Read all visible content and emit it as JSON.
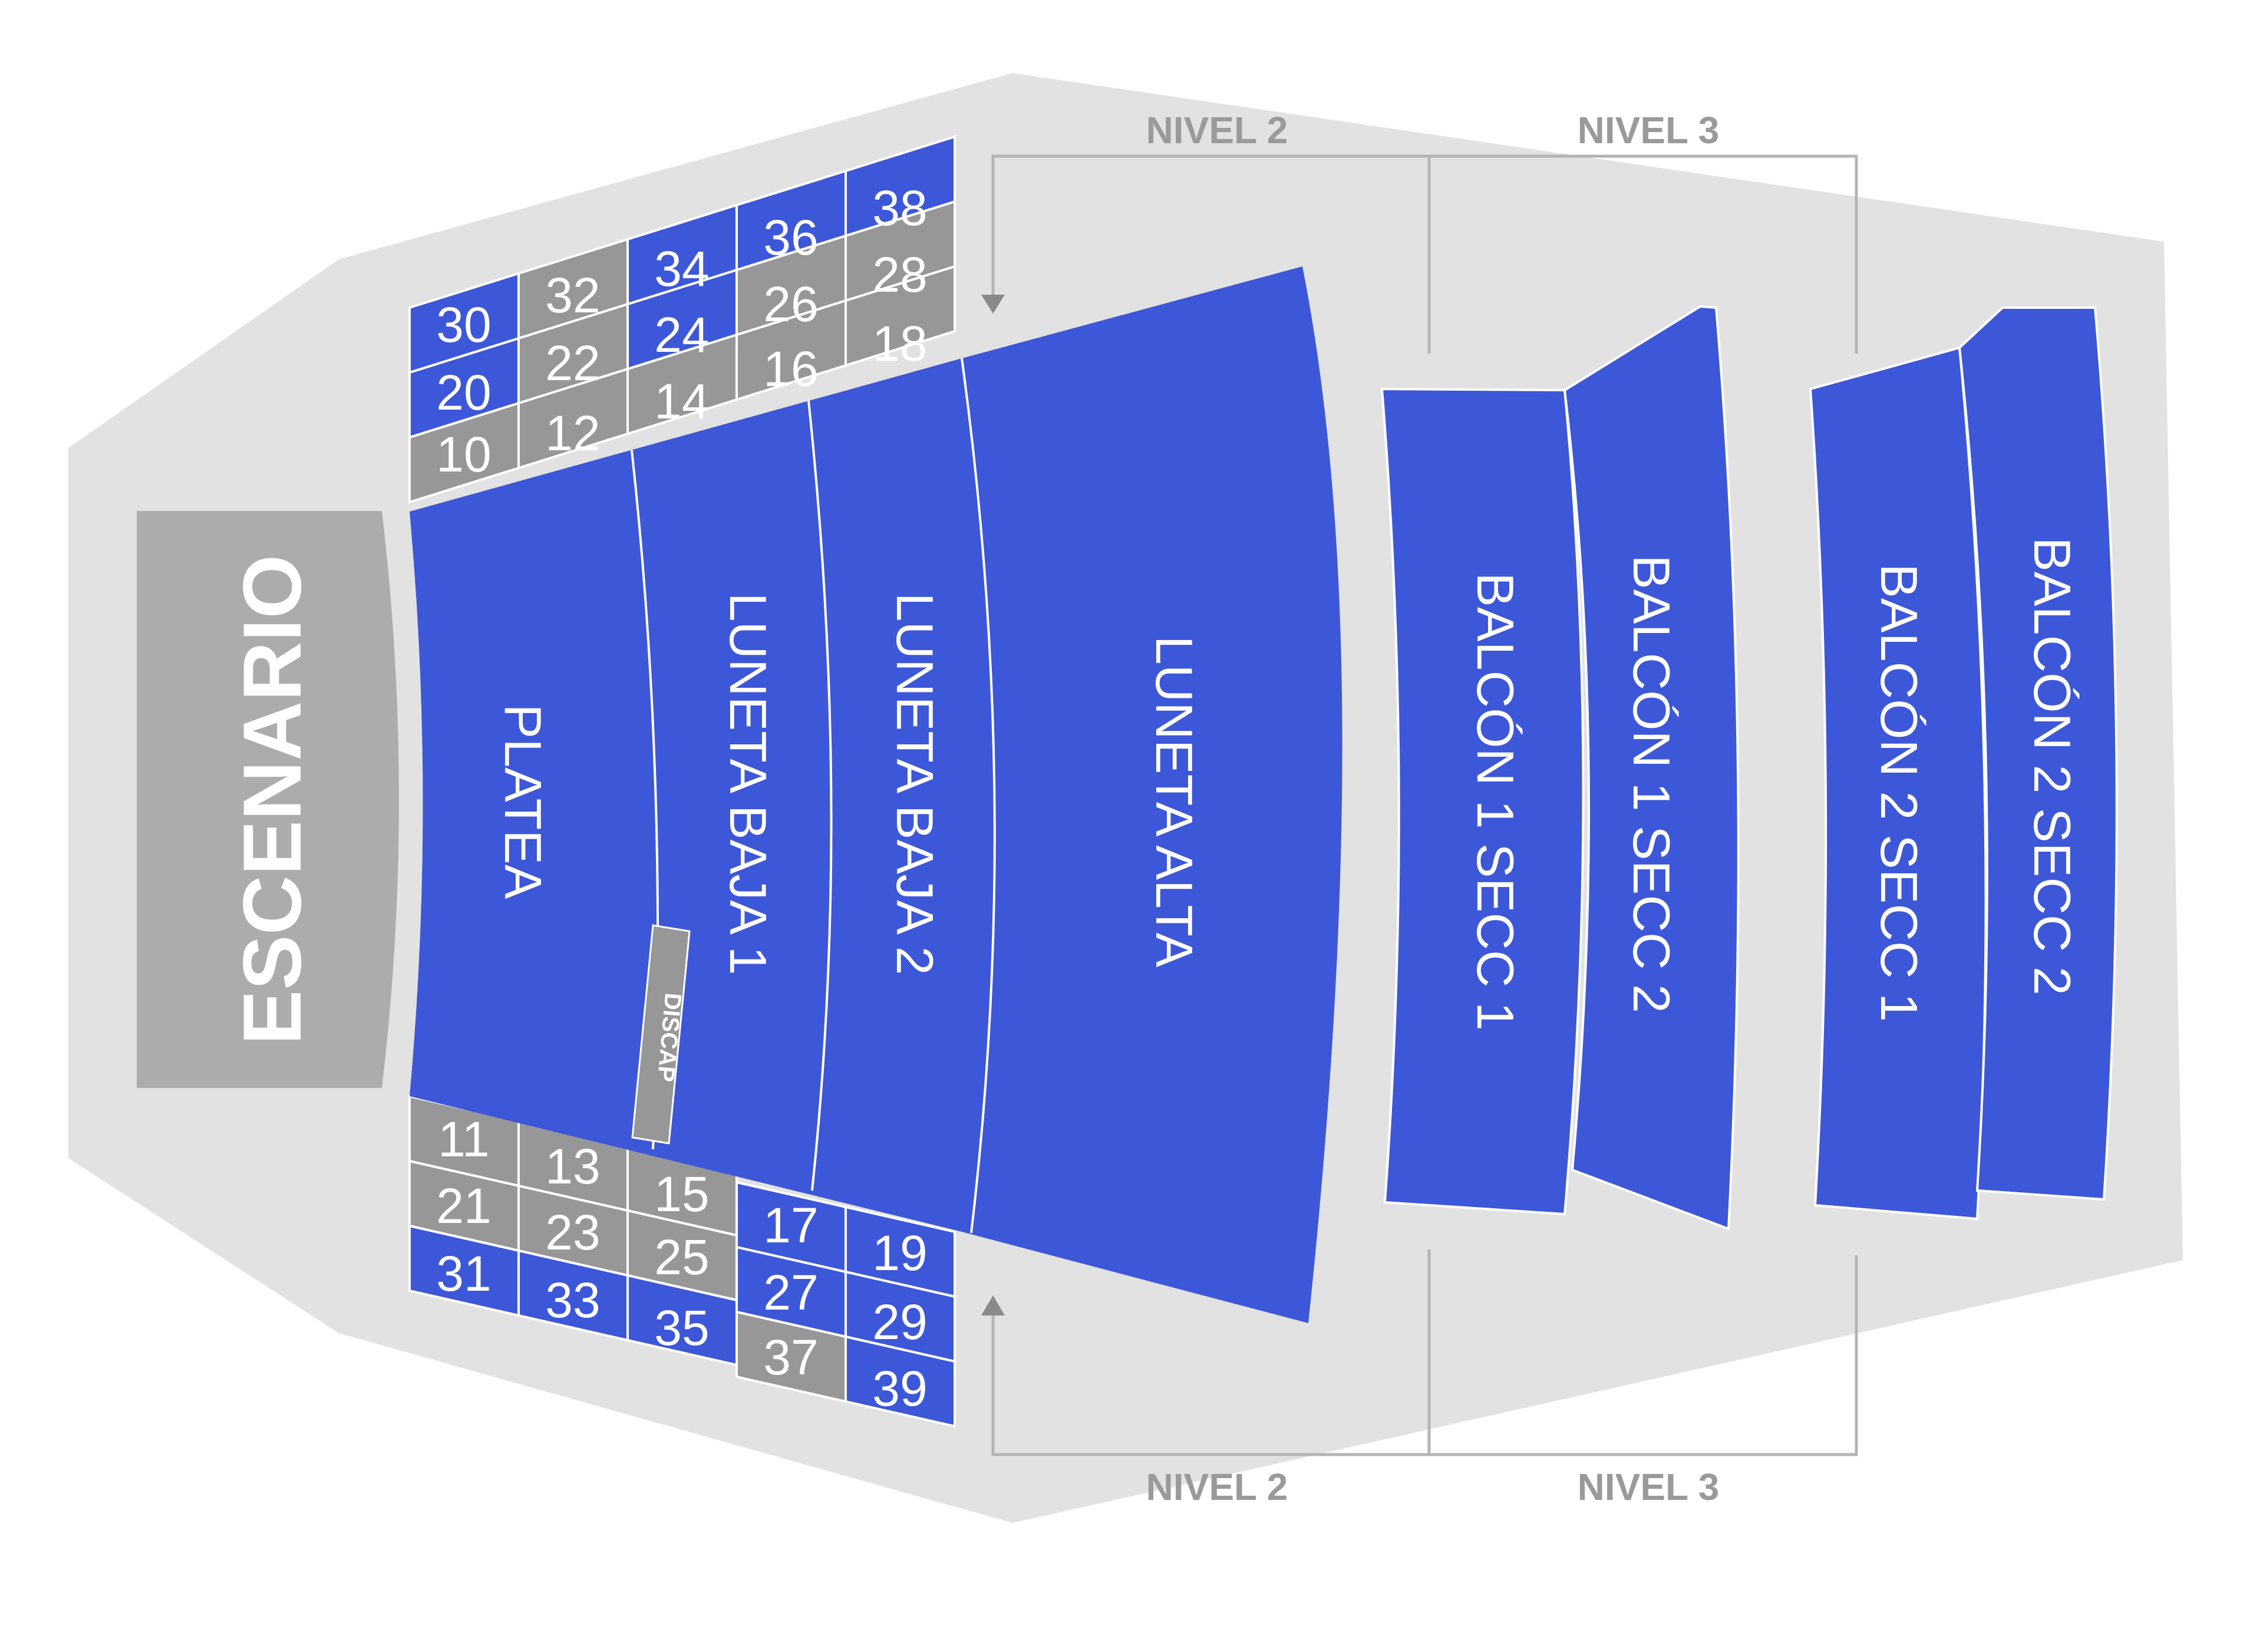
{
  "colors": {
    "venue": "#e2e2e2",
    "available": "#3d57d9",
    "unavailable": "#979797",
    "stage": "#acacac",
    "level_text": "#9a9a9a"
  },
  "stage": {
    "label": "ESCENARIO"
  },
  "discap": {
    "label": "DISCAP",
    "status": "unavailable"
  },
  "levels": {
    "nivel2_top": "NIVEL 2",
    "nivel3_top": "NIVEL 3",
    "nivel2_bottom": "NIVEL 2",
    "nivel3_bottom": "NIVEL 3"
  },
  "sections": {
    "platea": "PLATEA",
    "luneta_baja_1": "LUNETA BAJA 1",
    "luneta_baja_2": "LUNETA BAJA 2",
    "luneta_alta": "LUNETA ALTA",
    "balcon_1_secc_1": "BALCÓN 1 SECC 1",
    "balcon_1_secc_2": "BALCÓN 1 SECC 2",
    "balcon_2_secc_1": "BALCÓN 2 SECC 1",
    "balcon_2_secc_2": "BALCÓN 2 SECC 2"
  },
  "boxes_top": {
    "b10": {
      "label": "10",
      "status": "unavailable"
    },
    "b12": {
      "label": "12",
      "status": "unavailable"
    },
    "b14": {
      "label": "14",
      "status": "unavailable"
    },
    "b16": {
      "label": "16",
      "status": "unavailable"
    },
    "b18": {
      "label": "18",
      "status": "unavailable"
    },
    "b20": {
      "label": "20",
      "status": "available"
    },
    "b22": {
      "label": "22",
      "status": "unavailable"
    },
    "b24": {
      "label": "24",
      "status": "available"
    },
    "b26": {
      "label": "26",
      "status": "unavailable"
    },
    "b28": {
      "label": "28",
      "status": "unavailable"
    },
    "b30": {
      "label": "30",
      "status": "available"
    },
    "b32": {
      "label": "32",
      "status": "unavailable"
    },
    "b34": {
      "label": "34",
      "status": "available"
    },
    "b36": {
      "label": "36",
      "status": "available"
    },
    "b38": {
      "label": "38",
      "status": "available"
    }
  },
  "boxes_bottom": {
    "b11": {
      "label": "11",
      "status": "unavailable"
    },
    "b13": {
      "label": "13",
      "status": "unavailable"
    },
    "b15": {
      "label": "15",
      "status": "unavailable"
    },
    "b17": {
      "label": "17",
      "status": "available"
    },
    "b19": {
      "label": "19",
      "status": "available"
    },
    "b21": {
      "label": "21",
      "status": "unavailable"
    },
    "b23": {
      "label": "23",
      "status": "unavailable"
    },
    "b25": {
      "label": "25",
      "status": "unavailable"
    },
    "b27": {
      "label": "27",
      "status": "available"
    },
    "b29": {
      "label": "29",
      "status": "available"
    },
    "b31": {
      "label": "31",
      "status": "available"
    },
    "b33": {
      "label": "33",
      "status": "available"
    },
    "b35": {
      "label": "35",
      "status": "available"
    },
    "b37": {
      "label": "37",
      "status": "unavailable"
    },
    "b39": {
      "label": "39",
      "status": "available"
    }
  }
}
